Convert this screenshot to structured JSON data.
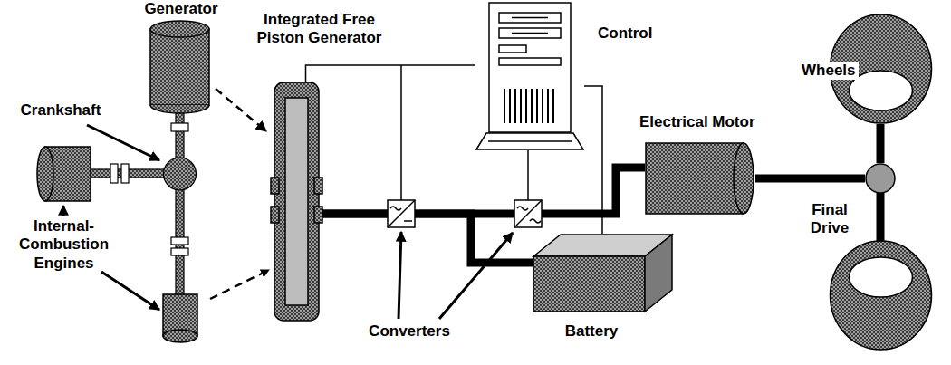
{
  "diagram": {
    "nodes": [
      {
        "text": [
          "Generator"
        ]
      },
      {
        "text": [
          "Integrated Free Piston Generator"
        ]
      },
      {
        "text": [
          "Control"
        ]
      },
      {
        "text": [
          "Electrical Motor"
        ]
      },
      {
        "text": [
          "Battery"
        ]
      },
      {
        "text": [
          "Final Drive"
        ]
      },
      {
        "text": [
          "Wheels"
        ]
      }
    ],
    "edges": [
      {
        "from": 0,
        "to": 1,
        "arrow": "to"
      },
      {
        "from": 1,
        "to": 3,
        "arrow": "none"
      },
      {
        "from": 1,
        "to": 4,
        "arrow": "none"
      },
      {
        "from": 3,
        "to": 5,
        "arrow": "none"
      },
      {
        "from": 5,
        "to": 6,
        "arrow": "none"
      },
      {
        "from": 2,
        "to": 1,
        "arrow": "none"
      },
      {
        "from": 2,
        "to": 4,
        "arrow": "none"
      }
    ],
    "labels": [
      "Crankshaft",
      "Internal-Combustion Engines",
      "Converters"
    ]
  }
}
